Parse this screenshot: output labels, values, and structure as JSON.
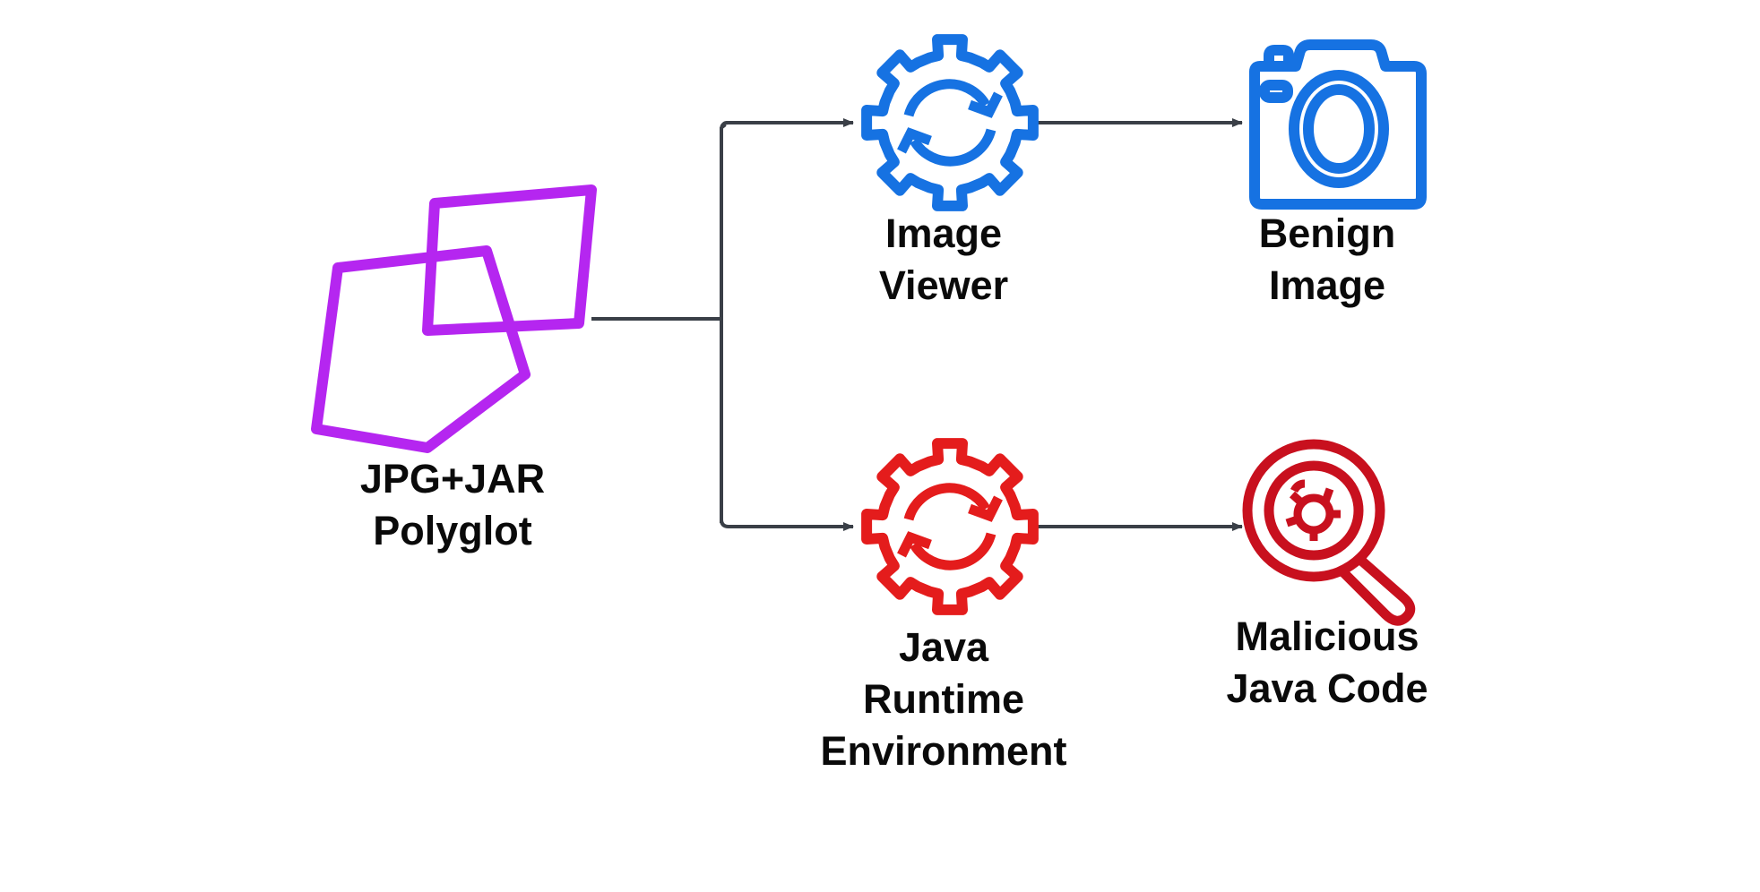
{
  "diagram": {
    "colors": {
      "polyglot": "#B526F0",
      "benign": "#1672E2",
      "malicious_gear": "#E41C1C",
      "malicious_target": "#C8101E",
      "connector": "#3A3F47",
      "text": "#0a0a0a"
    },
    "nodes": {
      "polyglot": {
        "icon": "overlapping-shapes-icon",
        "lines": [
          "JPG+JAR",
          "Polyglot"
        ]
      },
      "image_viewer": {
        "icon": "gear-sync-icon",
        "lines": [
          "Image",
          "Viewer"
        ]
      },
      "benign_image": {
        "icon": "camera-icon",
        "lines": [
          "Benign",
          "Image"
        ]
      },
      "jre": {
        "icon": "gear-sync-icon",
        "lines": [
          "Java",
          "Runtime",
          "Environment"
        ]
      },
      "malicious_code": {
        "icon": "bug-magnifier-icon",
        "lines": [
          "Malicious",
          "Java Code"
        ]
      }
    },
    "edges": [
      {
        "from": "polyglot",
        "to": "image_viewer"
      },
      {
        "from": "polyglot",
        "to": "jre"
      },
      {
        "from": "image_viewer",
        "to": "benign_image"
      },
      {
        "from": "jre",
        "to": "malicious_code"
      }
    ]
  }
}
